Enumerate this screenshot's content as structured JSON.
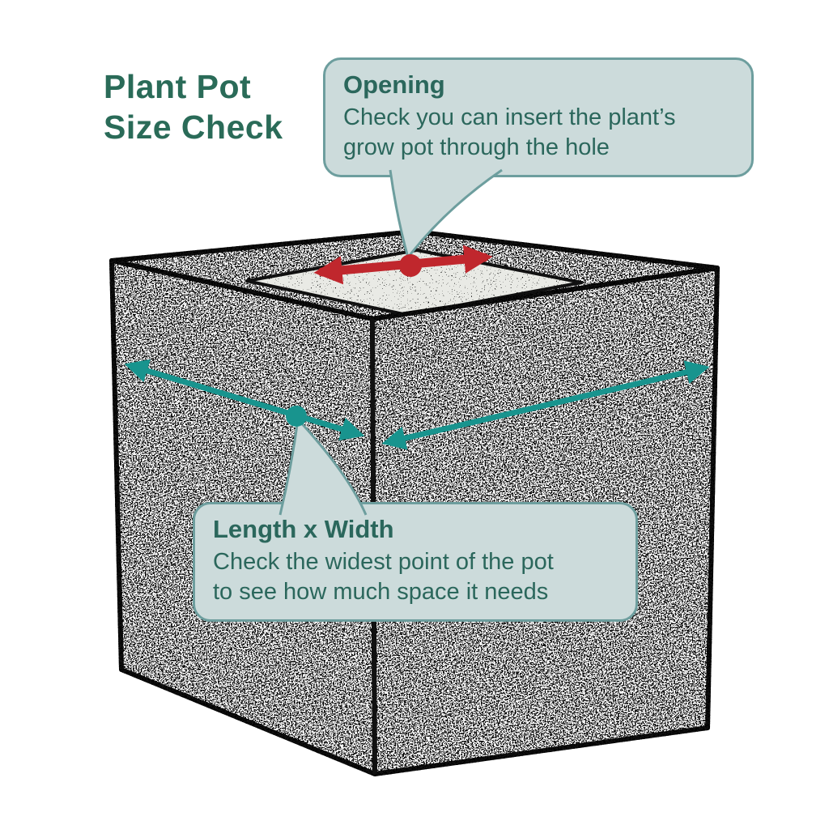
{
  "title": {
    "line1": "Plant Pot",
    "line2": "Size Check"
  },
  "callouts": {
    "opening": {
      "heading": "Opening",
      "body_line1": "Check you can insert the plant’s",
      "body_line2": "grow pot through the hole"
    },
    "length_width": {
      "heading": "Length x Width",
      "body_line1": "Check the widest point of the pot",
      "body_line2": "to see how much space it needs"
    }
  },
  "colors": {
    "teal_accent": "#18948e",
    "red_accent": "#c0272d",
    "heading_text": "#2a6b58",
    "callout_text": "#2b675c",
    "callout_fill": "#ccdbdb",
    "callout_border": "#6d9e9e",
    "outline_black": "#111111",
    "opening_fill": "#e9eae5"
  }
}
